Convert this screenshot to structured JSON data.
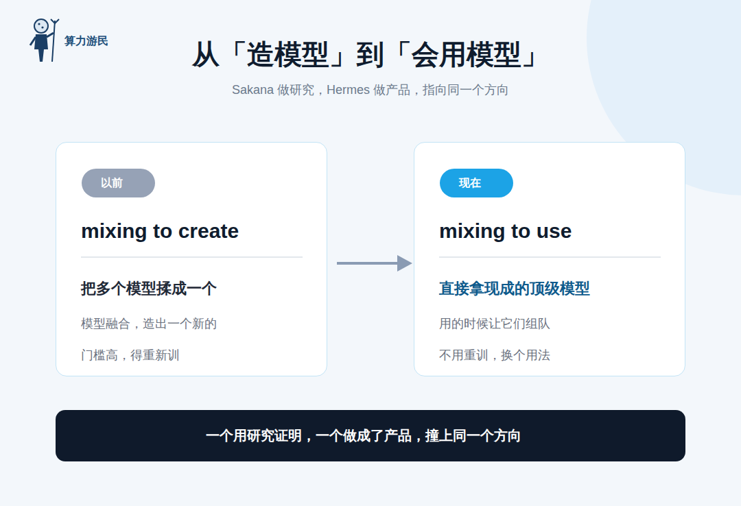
{
  "diagram": {
    "title": "从「造模型」到「会用模型」",
    "caption": "Sakana 做研究，Hermes 做产品，指向同一个方向",
    "nodes": [
      {
        "text": [
          "mixing to create",
          "把多个模型揉成一个",
          "模型融合，造出一个新的",
          "门槛高，得重新训"
        ]
      },
      {
        "text": [
          "以前"
        ],
        "in": 0
      },
      {
        "text": [
          "mixing to use",
          "直接拿现成的顶级模型",
          "用的时候让它们组队",
          "不用重训，换个用法"
        ]
      },
      {
        "text": [
          "现在"
        ],
        "in": 2
      },
      {
        "text": [
          "一个用研究证明，一个做成了产品，撞上同一个方向"
        ]
      }
    ],
    "edges": [
      {
        "from": 0,
        "to": 2,
        "arrow": "to"
      }
    ],
    "labels": [
      "算力游民"
    ]
  }
}
